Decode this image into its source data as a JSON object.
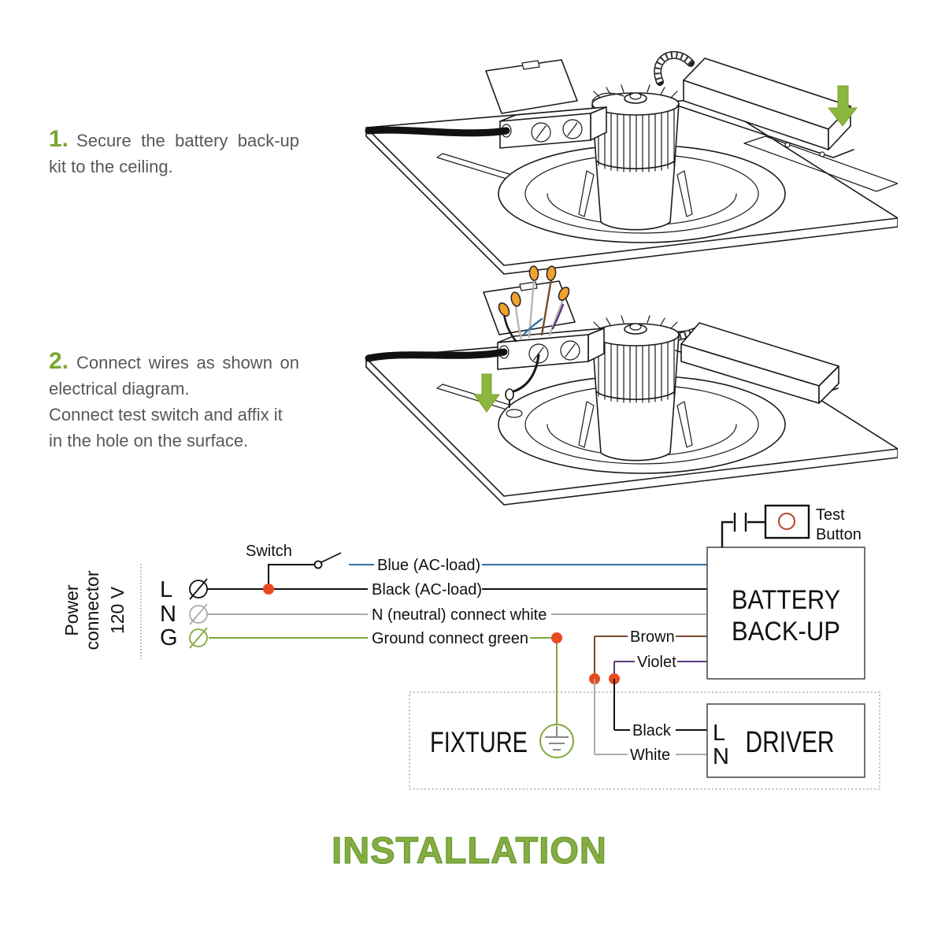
{
  "steps": [
    {
      "number": "1.",
      "paragraphs": [
        "Secure the battery back-up kit to the ceiling."
      ]
    },
    {
      "number": "2.",
      "paragraphs": [
        "Connect wires as shown on electrical diagram.",
        "Connect test switch and affix it in the hole on the surface."
      ]
    }
  ],
  "schematic": {
    "power_connector_lines": [
      "Power",
      "connector",
      "120 V"
    ],
    "terminals": {
      "l": "L",
      "n": "N",
      "g": "G"
    },
    "switch_label": "Switch",
    "wire_labels": {
      "blue": "Blue (AC-load)",
      "black": "Black (AC-load)",
      "neutral": "N (neutral) connect white",
      "ground": "Ground connect green",
      "brown": "Brown",
      "violet": "Violet",
      "fixture_black": "Black",
      "fixture_white": "White"
    },
    "battery_label_lines": [
      "BATTERY",
      "BACK-UP"
    ],
    "test_button_lines": [
      "Test",
      "Button"
    ],
    "fixture_label": "FIXTURE",
    "driver": {
      "label": "DRIVER",
      "l": "L",
      "n": "N"
    }
  },
  "title": "INSTALLATION",
  "colors": {
    "accent_green": "#7fa83c",
    "step_number_green": "#76a832",
    "step_text_gray": "#57585a",
    "title_green": "#86ad44",
    "wire_blue": "#3272a6",
    "wire_gray": "#ababab",
    "wire_green": "#7fa83c",
    "wire_brown": "#7b4a2d",
    "wire_violet": "#5c3a7e",
    "junction_dot_red": "#e8491f",
    "test_button_ring_red": "#b5441f",
    "wire_nut_orange": "#f0a22e",
    "arrow_green": "#8db63c"
  }
}
